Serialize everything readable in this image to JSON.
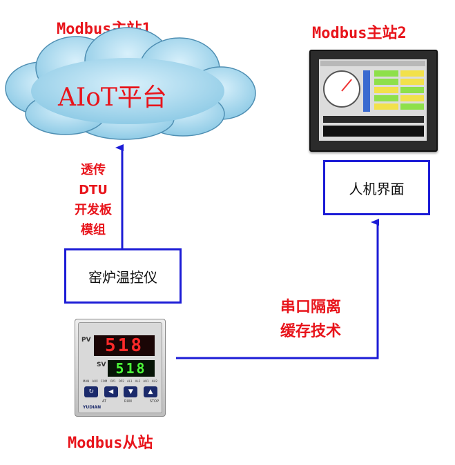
{
  "master1": {
    "title": "Modbus主站1",
    "cloud_label": "AIoT平台"
  },
  "master2": {
    "title": "Modbus主站2",
    "hmi_label": "人机界面"
  },
  "dtu": {
    "lines": [
      "透传",
      "DTU",
      "开发板",
      "模组"
    ]
  },
  "serial": {
    "lines": [
      "串口隔离",
      "缓存技术"
    ]
  },
  "kiln_box": {
    "label": "窑炉温控仪"
  },
  "slave": {
    "title": "Modbus从站"
  },
  "controller": {
    "pv_tag": "PV",
    "sv_tag": "SV",
    "pv_value": "518",
    "sv_value": "518",
    "indicators": [
      "MAN",
      "AUX",
      "COM",
      "OP1",
      "OP2",
      "AL1",
      "AL2",
      "AU1",
      "AU2"
    ],
    "button_labels": [
      "AT",
      "RUN",
      "STOP"
    ],
    "brand": "YUDIAN"
  },
  "colors": {
    "arrow": "#1c1cd6",
    "label_red": "#e8141b",
    "cloud": "#a8d8ef"
  }
}
